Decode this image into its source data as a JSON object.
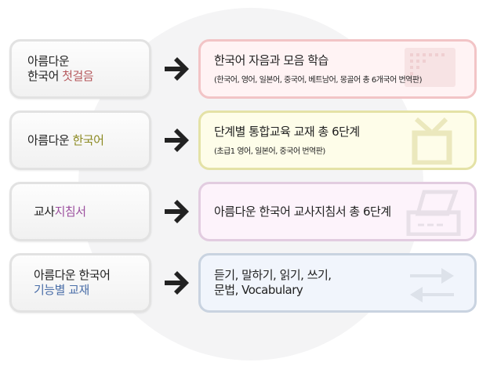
{
  "rows": [
    {
      "left_line1": "아름다운",
      "left_line2_black": "한국어 ",
      "left_line2_color": "첫걸음",
      "left_color": "#b5585c",
      "right_main": "한국어 자음과 모음 학습",
      "right_sub": "(한국어, 영어, 일본어, 중국어, 베트남어, 몽골어 총 6개국어 번역판)",
      "border": "#f2c4c6",
      "bg": "#fff3f4",
      "icon": "keyboard-icon"
    },
    {
      "left_black": "아름다운 ",
      "left_color_text": "한국어",
      "left_color": "#8c8a22",
      "right_main": "단계별 통합교육 교재 총 6단계",
      "right_sub": "(초급1 영어, 일본어, 중국어 번역판)",
      "border": "#e4e2a6",
      "bg": "#fefde9",
      "icon": "tv-icon"
    },
    {
      "left_black": "교사",
      "left_color_text": "지침서",
      "left_color": "#9b4f9e",
      "right_main": "아름다운 한국어 교사지침서 총 6단계",
      "border": "#e2cce0",
      "bg": "#fdf3fb",
      "icon": "printer-icon"
    },
    {
      "left_line1": "아름다운 한국어",
      "left_line2_color": "기능별 교재",
      "left_color": "#4a6ea8",
      "right_main_line1": "듣기, 말하기, 읽기, 쓰기,",
      "right_main_line2": "문법, Vocabulary",
      "border": "#c9d3e0",
      "bg": "#f1f5fc",
      "icon": "exchange-arrows-icon"
    }
  ]
}
